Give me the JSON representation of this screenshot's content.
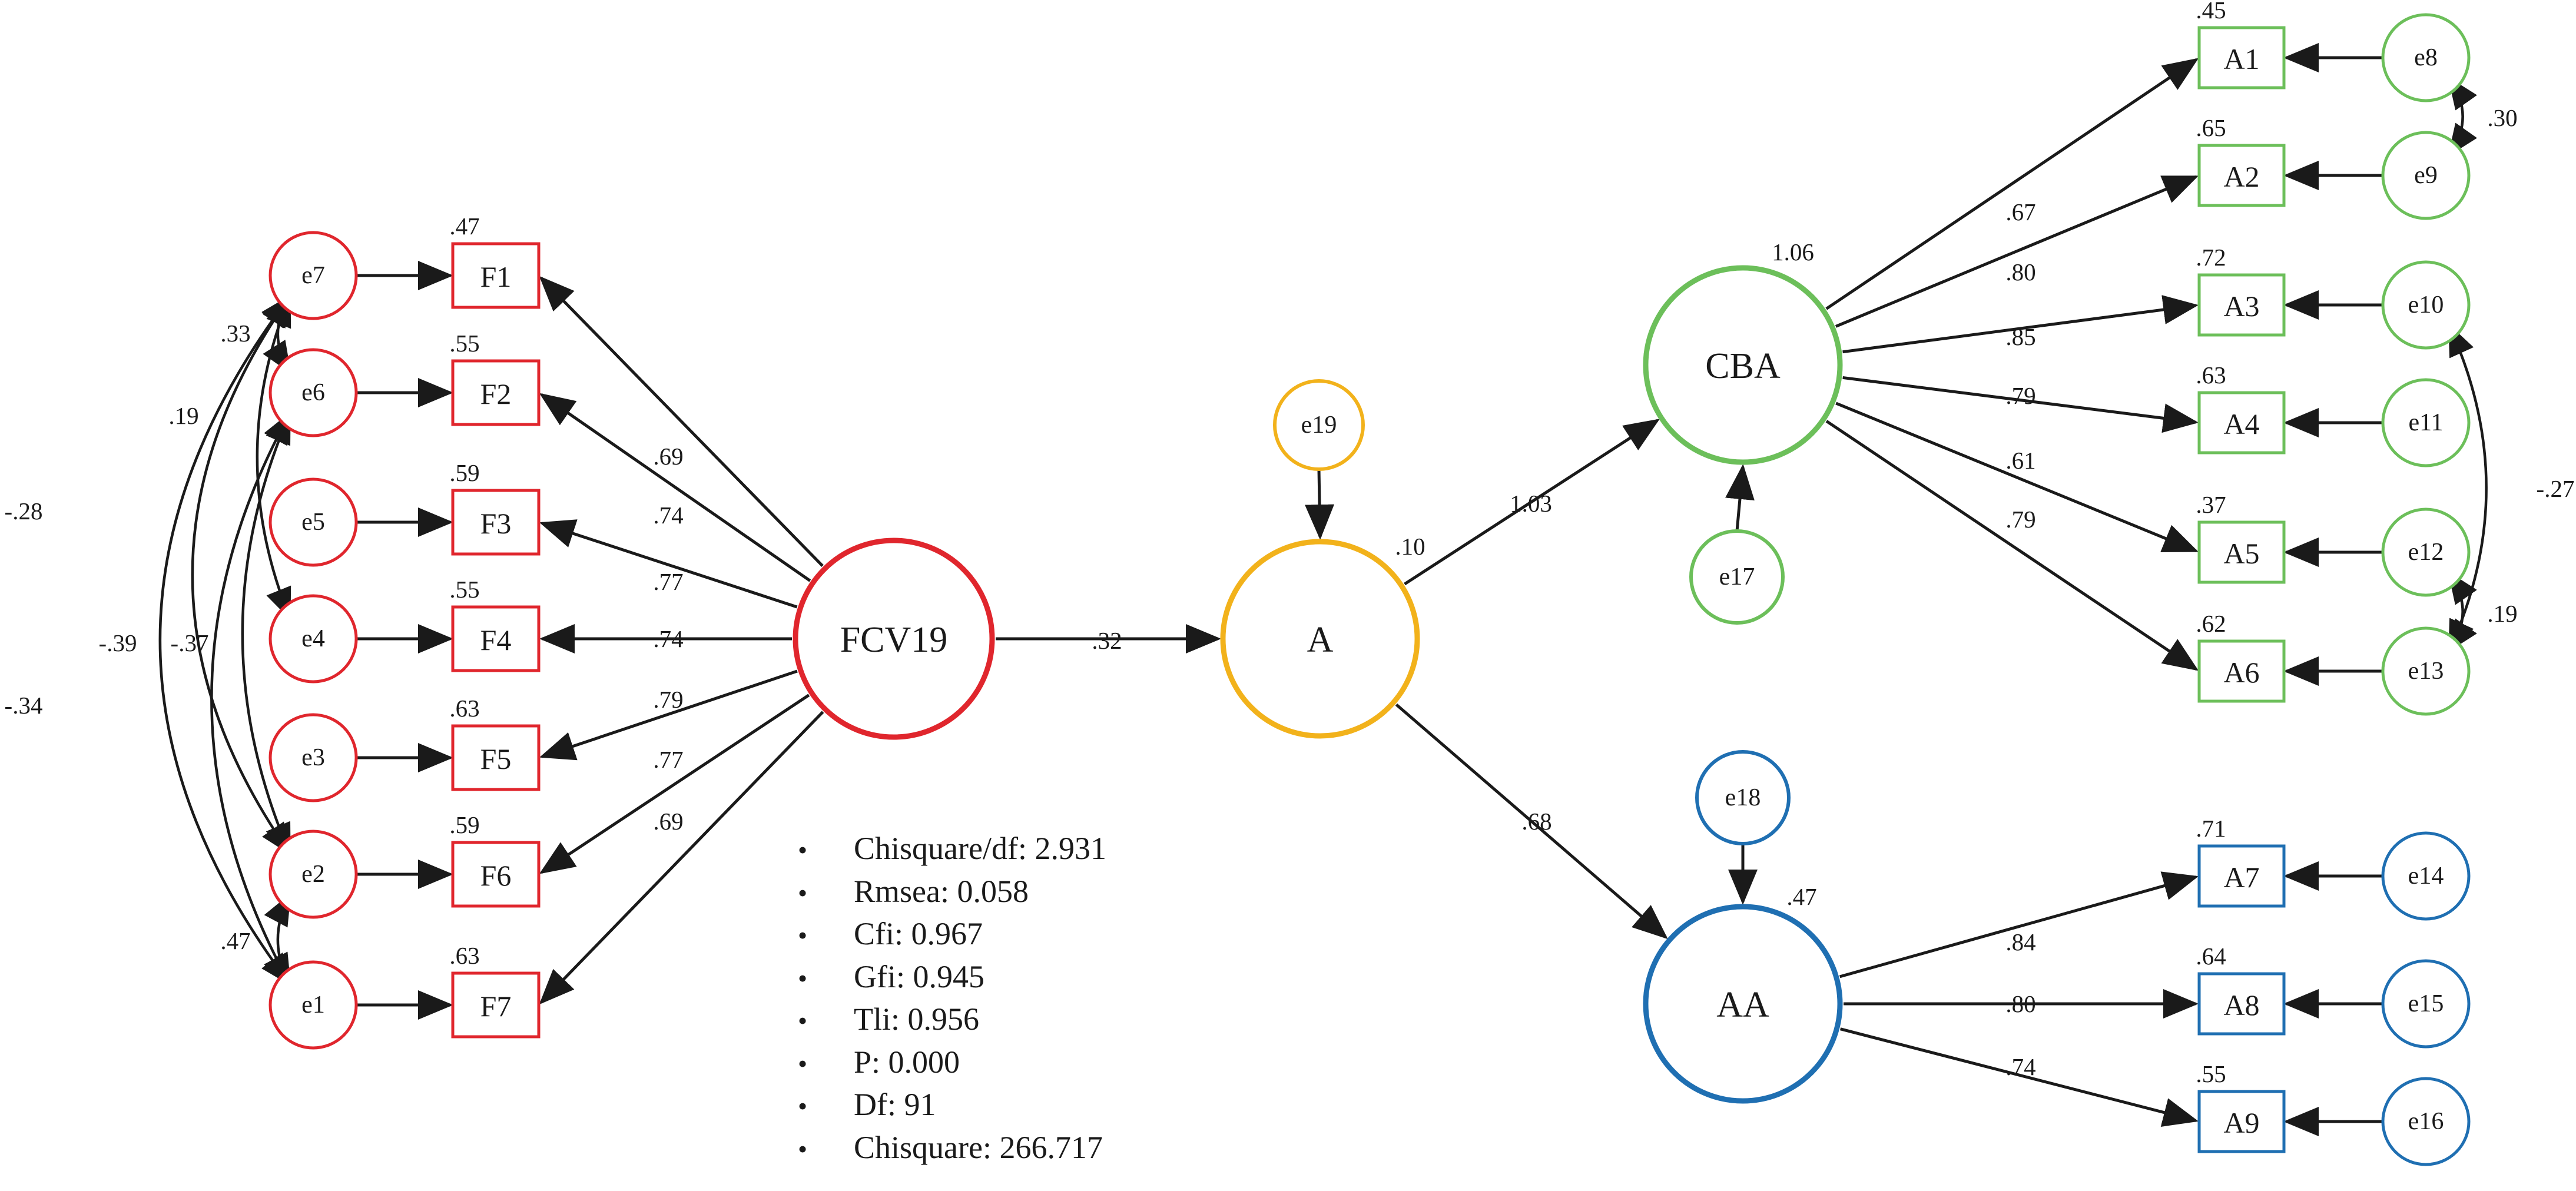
{
  "colors": {
    "fcv19": "#e0262d",
    "anxiety": "#f2b21b",
    "cba": "#6cbf5a",
    "aa": "#1f6fb2",
    "edge": "#1a1a1a"
  },
  "latents": [
    {
      "id": "FCV19",
      "label": "FCV19",
      "color": "fcv19",
      "value": ""
    },
    {
      "id": "A",
      "label": "A",
      "color": "anxiety",
      "value": ".10"
    },
    {
      "id": "CBA",
      "label": "CBA",
      "color": "cba",
      "value": "1.06"
    },
    {
      "id": "AA",
      "label": "AA",
      "color": "aa",
      "value": ".47"
    }
  ],
  "indicators": [
    {
      "id": "F1",
      "label": "F1",
      "color": "fcv19",
      "r2": ".47",
      "error": "e7",
      "loading": ".69"
    },
    {
      "id": "F2",
      "label": "F2",
      "color": "fcv19",
      "r2": ".55",
      "error": "e6",
      "loading": ".74"
    },
    {
      "id": "F3",
      "label": "F3",
      "color": "fcv19",
      "r2": ".59",
      "error": "e5",
      "loading": ".77"
    },
    {
      "id": "F4",
      "label": "F4",
      "color": "fcv19",
      "r2": ".55",
      "error": "e4",
      "loading": ".74"
    },
    {
      "id": "F5",
      "label": "F5",
      "color": "fcv19",
      "r2": ".63",
      "error": "e3",
      "loading": ".79"
    },
    {
      "id": "F6",
      "label": "F6",
      "color": "fcv19",
      "r2": ".59",
      "error": "e2",
      "loading": ".77"
    },
    {
      "id": "F7",
      "label": "F7",
      "color": "fcv19",
      "r2": ".63",
      "error": "e1",
      "loading": ".69"
    },
    {
      "id": "A1",
      "label": "A1",
      "color": "cba",
      "r2": ".45",
      "error": "e8",
      "loading": ".67"
    },
    {
      "id": "A2",
      "label": "A2",
      "color": "cba",
      "r2": ".65",
      "error": "e9",
      "loading": ".80"
    },
    {
      "id": "A3",
      "label": "A3",
      "color": "cba",
      "r2": ".72",
      "error": "e10",
      "loading": ".85"
    },
    {
      "id": "A4",
      "label": "A4",
      "color": "cba",
      "r2": ".63",
      "error": "e11",
      "loading": ".79"
    },
    {
      "id": "A5",
      "label": "A5",
      "color": "cba",
      "r2": ".37",
      "error": "e12",
      "loading": ".61"
    },
    {
      "id": "A6",
      "label": "A6",
      "color": "cba",
      "r2": ".62",
      "error": "e13",
      "loading": ".79"
    },
    {
      "id": "A7",
      "label": "A7",
      "color": "aa",
      "r2": ".71",
      "error": "e14",
      "loading": ".84"
    },
    {
      "id": "A8",
      "label": "A8",
      "color": "aa",
      "r2": ".64",
      "error": "e15",
      "loading": ".80"
    },
    {
      "id": "A9",
      "label": "A9",
      "color": "aa",
      "r2": ".55",
      "error": "e16",
      "loading": ".74"
    }
  ],
  "structural_errors": [
    {
      "id": "e19",
      "label": "e19",
      "target": "A",
      "color": "anxiety"
    },
    {
      "id": "e17",
      "label": "e17",
      "target": "CBA",
      "color": "cba"
    },
    {
      "id": "e18",
      "label": "e18",
      "target": "AA",
      "color": "aa"
    }
  ],
  "paths": [
    {
      "from": "FCV19",
      "to": "A",
      "coef": ".32"
    },
    {
      "from": "A",
      "to": "CBA",
      "coef": "1.03"
    },
    {
      "from": "A",
      "to": "AA",
      "coef": ".68"
    }
  ],
  "covariances": [
    {
      "from": "e7",
      "to": "e6",
      "coef": ".33"
    },
    {
      "from": "e7",
      "to": "e4",
      "coef": ".19"
    },
    {
      "from": "e7",
      "to": "e2",
      "coef": "-.28"
    },
    {
      "from": "e7",
      "to": "e1",
      "coef": "-.34"
    },
    {
      "from": "e6",
      "to": "e2",
      "coef": "-.37"
    },
    {
      "from": "e6",
      "to": "e1",
      "coef": "-.39"
    },
    {
      "from": "e2",
      "to": "e1",
      "coef": ".47"
    },
    {
      "from": "e8",
      "to": "e9",
      "coef": ".30"
    },
    {
      "from": "e10",
      "to": "e13",
      "coef": "-.27"
    },
    {
      "from": "e12",
      "to": "e13",
      "coef": ".19"
    }
  ],
  "fit_stats": [
    "Chisquare/df: 2.931",
    "Rmsea: 0.058",
    "Cfi: 0.967",
    "Gfi: 0.945",
    "Tli: 0.956",
    "P: 0.000",
    "Df: 91",
    "Chisquare: 266.717"
  ]
}
